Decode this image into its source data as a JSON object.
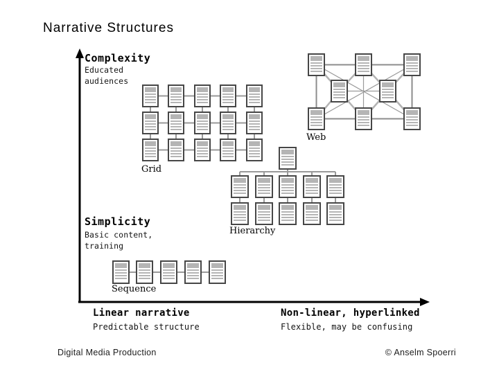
{
  "title": "Narrative Structures",
  "y_axis": {
    "top_label": "Complexity",
    "top_sublabel_line1": "Educated",
    "top_sublabel_line2": "audiences",
    "bottom_label": "Simplicity",
    "bottom_sublabel_line1": "Basic content,",
    "bottom_sublabel_line2": "training"
  },
  "x_axis": {
    "left_label": "Linear narrative",
    "left_sublabel": "Predictable structure",
    "right_label": "Non-linear, hyperlinked",
    "right_sublabel": "Flexible, may be confusing"
  },
  "structures": {
    "sequence": {
      "label": "Sequence",
      "doc_count": 5
    },
    "grid": {
      "label": "Grid",
      "rows": 3,
      "cols": 5
    },
    "hierarchy": {
      "label": "Hierarchy",
      "root_count": 1,
      "child_count": 5,
      "leaf_count": 5
    },
    "web": {
      "label": "Web",
      "node_count": 8
    }
  },
  "footer": {
    "left": "Digital Media Production",
    "right": "© Anselm Spoerri"
  },
  "colors": {
    "axis": "#000000",
    "doc_border": "#464646",
    "doc_content": "#b5b5b5",
    "connector": "#999999",
    "web_perimeter": "#8c8c8c",
    "web_spoke": "#b3b3b3",
    "background": "#ffffff"
  }
}
